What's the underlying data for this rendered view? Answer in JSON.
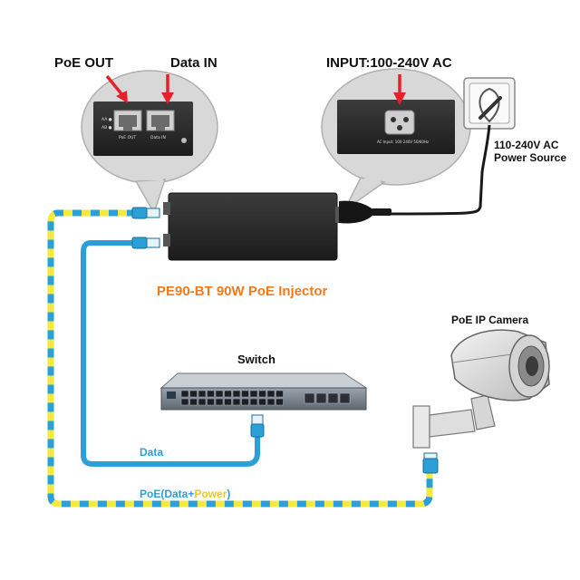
{
  "callouts": {
    "poe_out": "PoE OUT",
    "data_in": "Data IN",
    "input": "INPUT:100-240V AC"
  },
  "injector_panel": {
    "port_a_label": "PoE OUT",
    "port_b_label": "Data IN",
    "led_1": "AA ●",
    "led_2": "AB ●"
  },
  "ac_panel": {
    "socket_label": "AC Input: 100-240V 50/60Hz"
  },
  "power_source": {
    "line1": "110-240V AC",
    "line2": "Power Source"
  },
  "injector": {
    "title": "PE90-BT 90W PoE Injector"
  },
  "camera": {
    "title": "PoE IP Camera"
  },
  "switch": {
    "title": "Switch"
  },
  "cables": {
    "data": "Data",
    "poe_prefix": "PoE(Data+",
    "poe_power": "Power",
    "poe_suffix": ")"
  },
  "colors": {
    "callout_arrow": "#e8202a",
    "injector_title": "#f07a1e",
    "data_cable": "#2a9fd8",
    "poe_cable_blue": "#2a9fd8",
    "poe_cable_yellow": "#f5e93b",
    "power_word": "#f5c518",
    "device_body": "#2e2e2e"
  }
}
